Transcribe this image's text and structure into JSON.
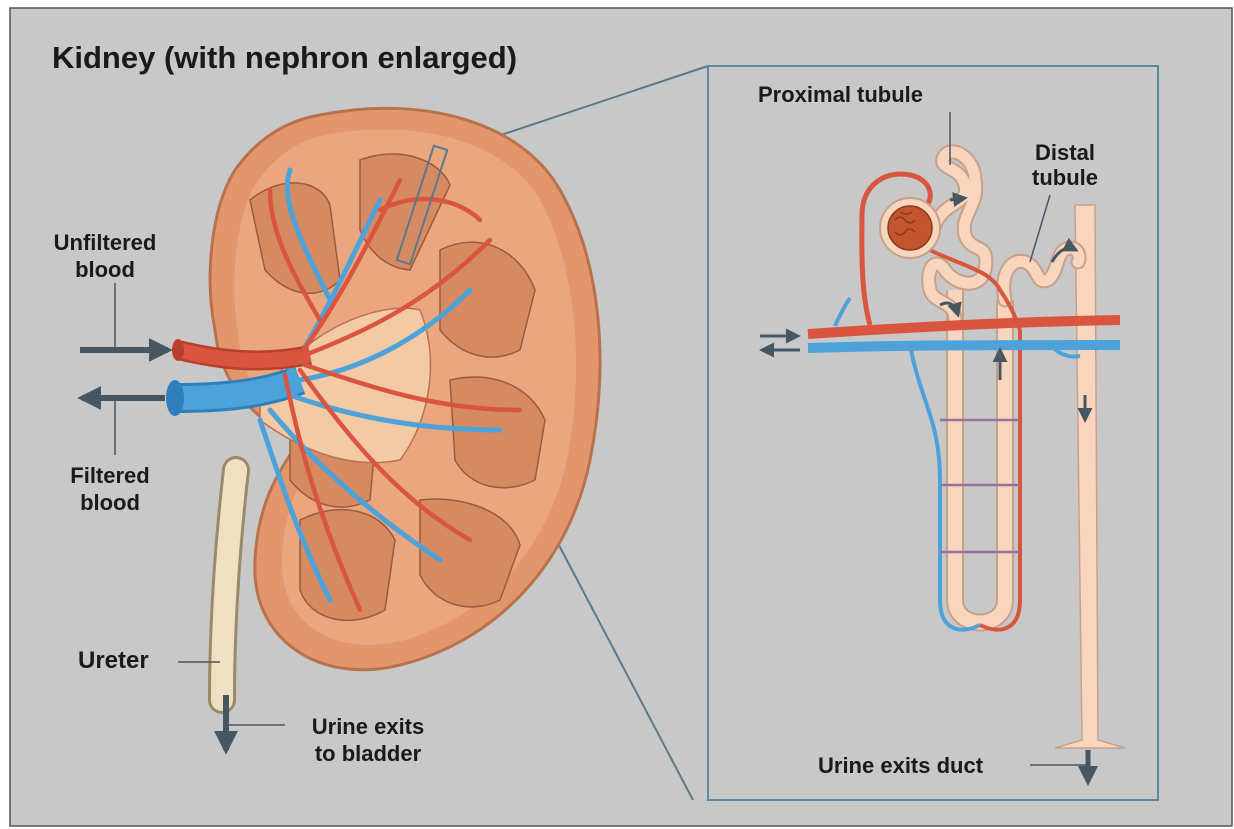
{
  "title": "Kidney (with nephron enlarged)",
  "labels": {
    "unfiltered_line1": "Unfiltered",
    "unfiltered_line2": "blood",
    "filtered_line1": "Filtered",
    "filtered_line2": "blood",
    "ureter": "Ureter",
    "urine_bladder_line1": "Urine exits",
    "urine_bladder_line2": "to bladder",
    "proximal_tubule": "Proximal tubule",
    "distal_line1": "Distal",
    "distal_line2": "tubule",
    "urine_duct": "Urine exits duct"
  },
  "colors": {
    "background": "#c8c8c8",
    "artery": "#d9553f",
    "vein": "#4da3d9",
    "tubule": "#f7d6bd",
    "kidney_outer": "#e0936a",
    "kidney_inner": "#cf7f58",
    "pointer": "#5a7a8a",
    "arrow": "#475663"
  }
}
